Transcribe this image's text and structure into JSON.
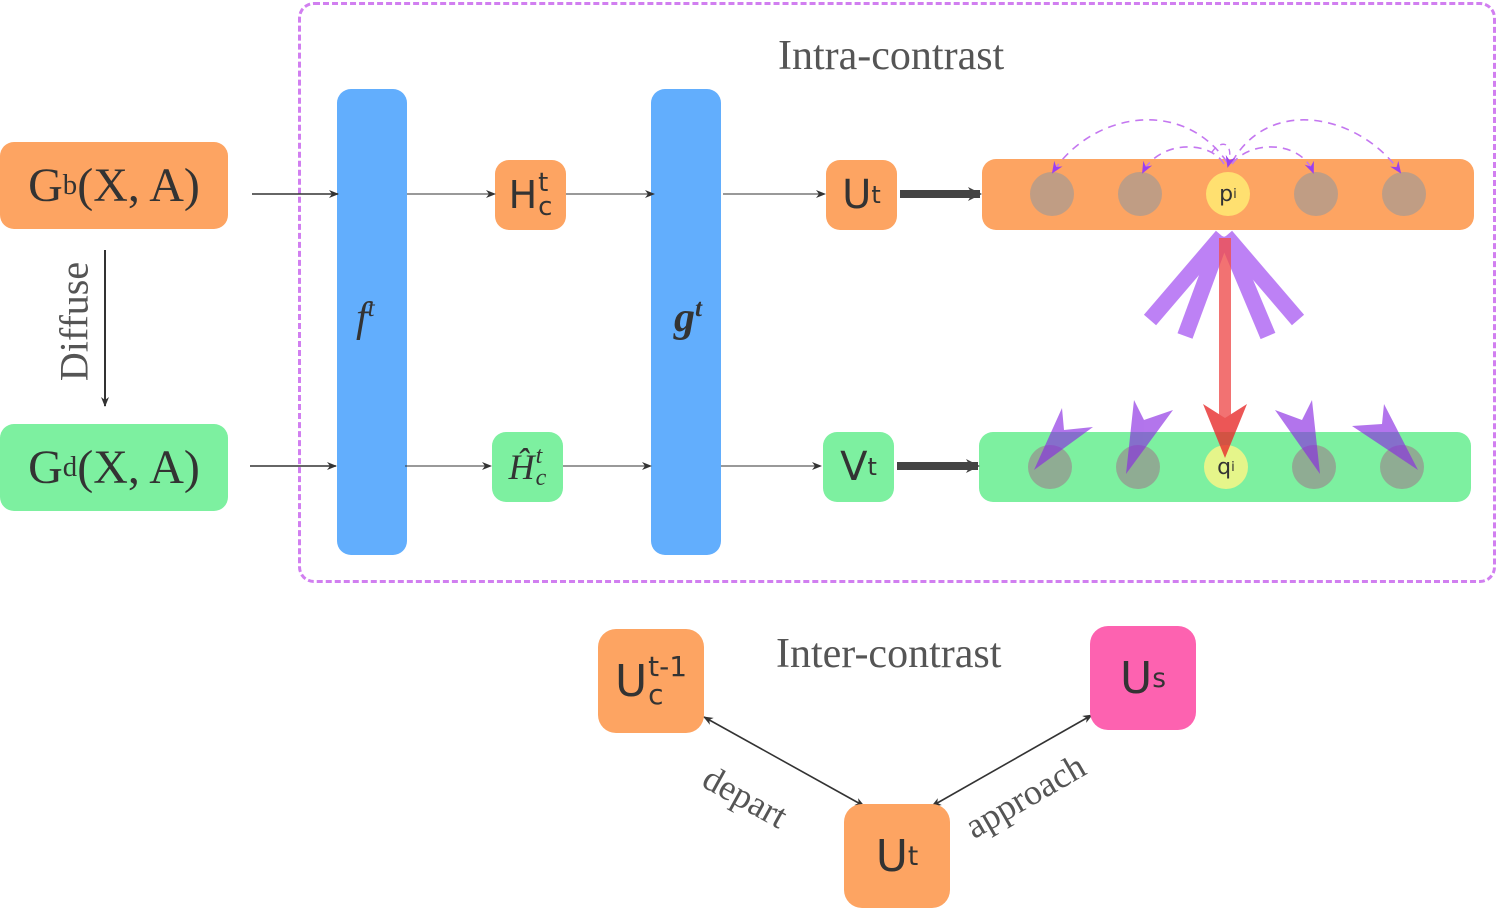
{
  "intra": {
    "title": "Intra-contrast"
  },
  "inter": {
    "title": "Inter-contrast"
  },
  "inputs": {
    "gb": {
      "name": "G",
      "sub": "b",
      "args": "(X, A)"
    },
    "gd": {
      "name": "G",
      "sub": "d",
      "args": "(X, A)"
    },
    "diffuse": "Diffuse"
  },
  "encoders": {
    "f": {
      "name": "f",
      "sup": "t"
    },
    "g": {
      "name": "g",
      "sup": "t"
    }
  },
  "hidden": {
    "hc": {
      "name": "H",
      "sub": "c",
      "sup": "t"
    },
    "hc_hat": {
      "name": "Ĥ",
      "sub": "c",
      "sup": "t"
    }
  },
  "outputs": {
    "ut": {
      "name": "U",
      "sup": "t"
    },
    "vt": {
      "name": "V",
      "sup": "t"
    }
  },
  "nodes": {
    "p": {
      "name": "p",
      "sub": "i"
    },
    "q": {
      "name": "q",
      "sub": "i"
    }
  },
  "inter_nodes": {
    "uc": {
      "name": "U",
      "sub": "c",
      "sup": "t-1"
    },
    "us": {
      "name": "U",
      "sub": "s"
    },
    "ut": {
      "name": "U",
      "sup": "t"
    },
    "depart": "depart",
    "approach": "approach"
  },
  "colors": {
    "orange": "#fda462",
    "green": "#7df0a0",
    "blue": "#62aefd",
    "pink": "#fd62b0",
    "dash": "#d17ff0",
    "purple": "#9b3ff0",
    "red": "#f05050"
  }
}
